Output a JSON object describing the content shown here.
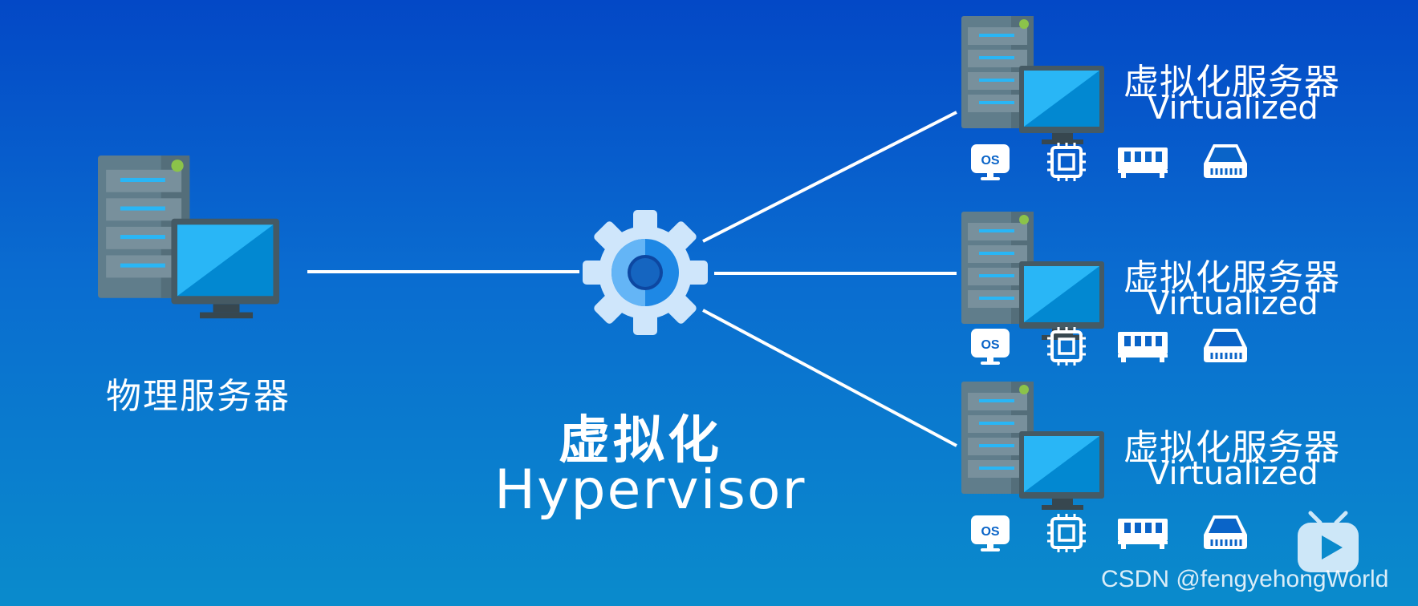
{
  "physical_server": {
    "label": "物理服务器"
  },
  "hypervisor": {
    "title": "虚拟化",
    "subtitle": "Hypervisor"
  },
  "virtual_servers": [
    {
      "label": "虚拟化服务器",
      "sublabel": "Virtualized",
      "resources": [
        "os-icon",
        "cpu-icon",
        "memory-icon",
        "disk-icon"
      ],
      "os_badge": "OS"
    },
    {
      "label": "虚拟化服务器",
      "sublabel": "Virtualized",
      "resources": [
        "os-icon",
        "cpu-icon",
        "memory-icon",
        "disk-icon"
      ],
      "os_badge": "OS"
    },
    {
      "label": "虚拟化服务器",
      "sublabel": "Virtualized",
      "resources": [
        "os-icon",
        "cpu-icon",
        "memory-icon",
        "disk-icon"
      ],
      "os_badge": "OS"
    }
  ],
  "watermark": "CSDN @fengyehongWorld",
  "colors": {
    "background_top": "#0348c6",
    "background_bottom": "#0a8bcc",
    "server_body": "#607d8b",
    "server_dark": "#455a64",
    "server_slot_light": "#29b6f6",
    "status_led": "#8bc34a",
    "monitor_screen": "#0288d1",
    "monitor_screen_light": "#29b6f6",
    "gear_outer": "#cfe6fb",
    "gear_inner": "#1e88e5",
    "connector_line": "#ffffff"
  }
}
